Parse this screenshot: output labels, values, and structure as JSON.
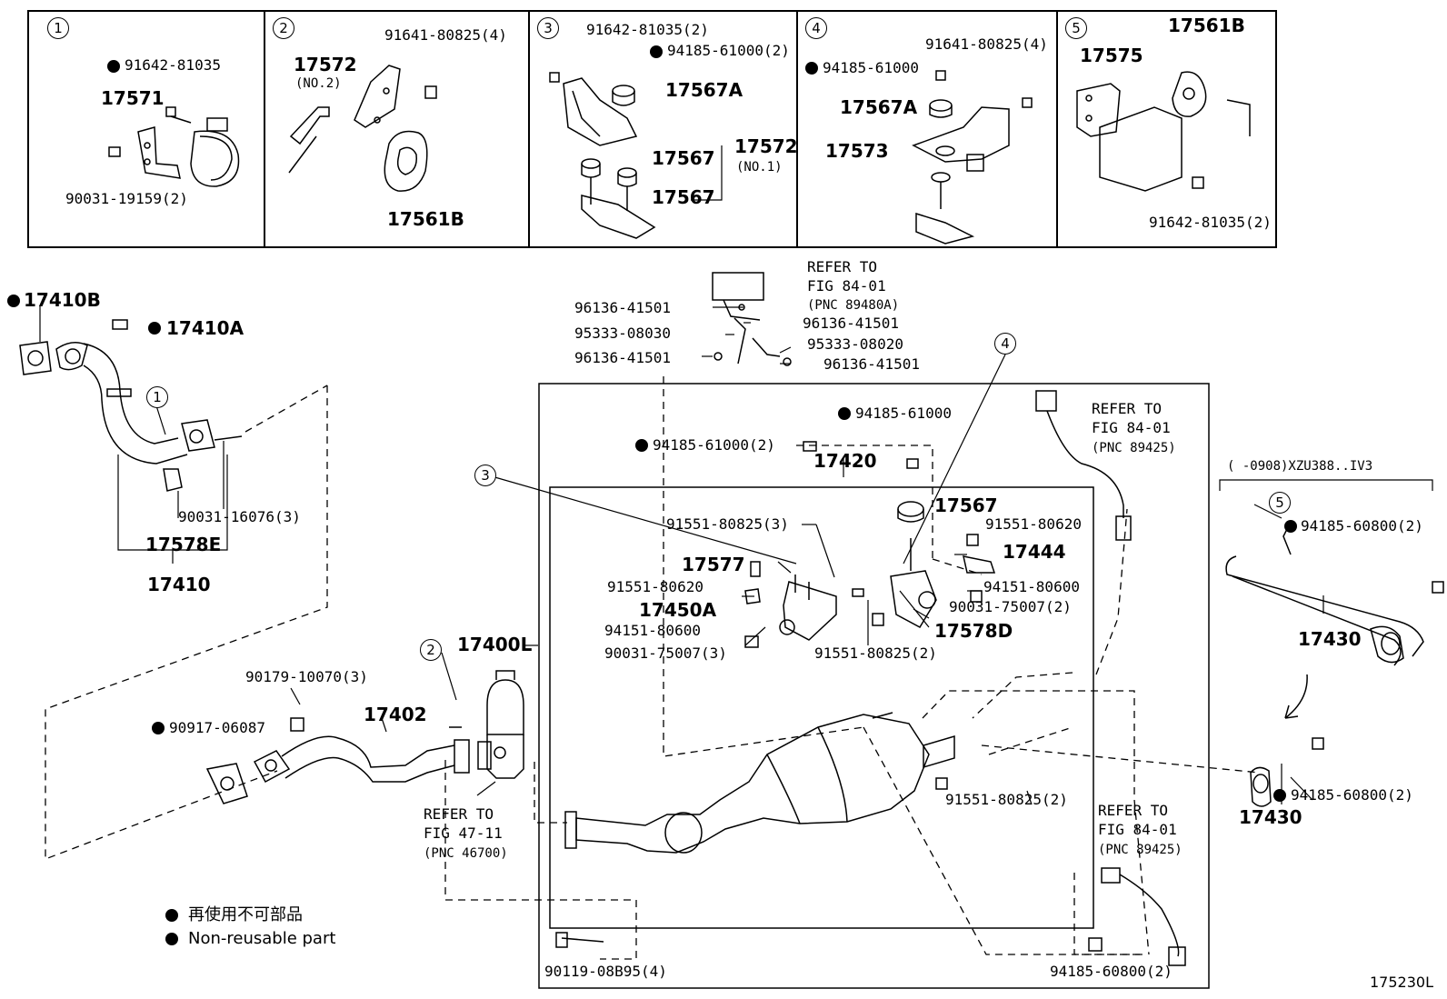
{
  "diagram_id": "175230L",
  "legend": {
    "jp": "再使用不可部品",
    "en": "Non-reusable part"
  },
  "insets": [
    {
      "num": "1",
      "labels": {
        "p1": "91642-81035",
        "p2": "17571",
        "p3": "90031-19159(2)"
      }
    },
    {
      "num": "2",
      "labels": {
        "p1": "17572",
        "p2": "(NO.2)",
        "p3": "91641-80825(4)",
        "p4": "17561B"
      }
    },
    {
      "num": "3",
      "labels": {
        "p1": "91642-81035(2)",
        "p2": "94185-61000(2)",
        "p3": "17567A",
        "p4": "17567",
        "p5": "17572",
        "p6": "(NO.1)",
        "p7": "17567"
      }
    },
    {
      "num": "4",
      "labels": {
        "p1": "91641-80825(4)",
        "p2": "94185-61000",
        "p3": "17567A",
        "p4": "17573"
      }
    },
    {
      "num": "5",
      "labels": {
        "p1": "17575",
        "p2": "17561B",
        "p3": "91642-81035(2)"
      }
    }
  ],
  "parts": {
    "p17410B": "17410B",
    "p17410A": "17410A",
    "c1": "1",
    "p90031_16076": "90031-16076(3)",
    "p17578E": "17578E",
    "p17410": "17410",
    "p96136_a": "96136-41501",
    "p95333_08030": "95333-08030",
    "p96136_b": "96136-41501",
    "p96136_c": "96136-41501",
    "p95333_08020": "95333-08020",
    "p96136_d": "96136-41501",
    "ref1a": "REFER TO",
    "ref1b": "FIG 84-01",
    "ref1c": "(PNC 89480A)",
    "ref2a": "REFER TO",
    "ref2b": "FIG 84-01",
    "ref2c": "(PNC 89425)",
    "ref3a": "REFER TO",
    "ref3b": "FIG 84-01",
    "ref3c": "(PNC 89425)",
    "ref4a": "REFER TO",
    "ref4b": "FIG 47-11",
    "ref4c": "(PNC 46700)",
    "p94185_61000": "94185-61000",
    "p94185_61000_2": "94185-61000(2)",
    "p17420": "17420",
    "p17567": "17567",
    "c3": "3",
    "c4": "4",
    "c2": "2",
    "c5": "5",
    "p91551_80825_3": "91551-80825(3)",
    "p91551_80620_a": "91551-80620",
    "p17444": "17444",
    "p17577": "17577",
    "p91551_80620_b": "91551-80620",
    "p94151_80600_a": "94151-80600",
    "p90031_75007_2": "90031-75007(2)",
    "p17450A": "17450A",
    "p17578D": "17578D",
    "p94151_80600_b": "94151-80600",
    "p90031_75007_3": "90031-75007(3)",
    "p91551_80825_2a": "91551-80825(2)",
    "p17400L": "17400L",
    "p90179_10070": "90179-10070(3)",
    "p90917_06087": "90917-06087",
    "p17402": "17402",
    "p91551_80825_2b": "91551-80825(2)",
    "p90119_08B95": "90119-08B95(4)",
    "p94185_60800_2a": "94185-60800(2)",
    "range": "(     -0908)XZU388..IV3",
    "p94185_60800_2b": "94185-60800(2)",
    "p17430a": "17430",
    "p94185_60800_2c": "94185-60800(2)",
    "p17430b": "17430"
  }
}
